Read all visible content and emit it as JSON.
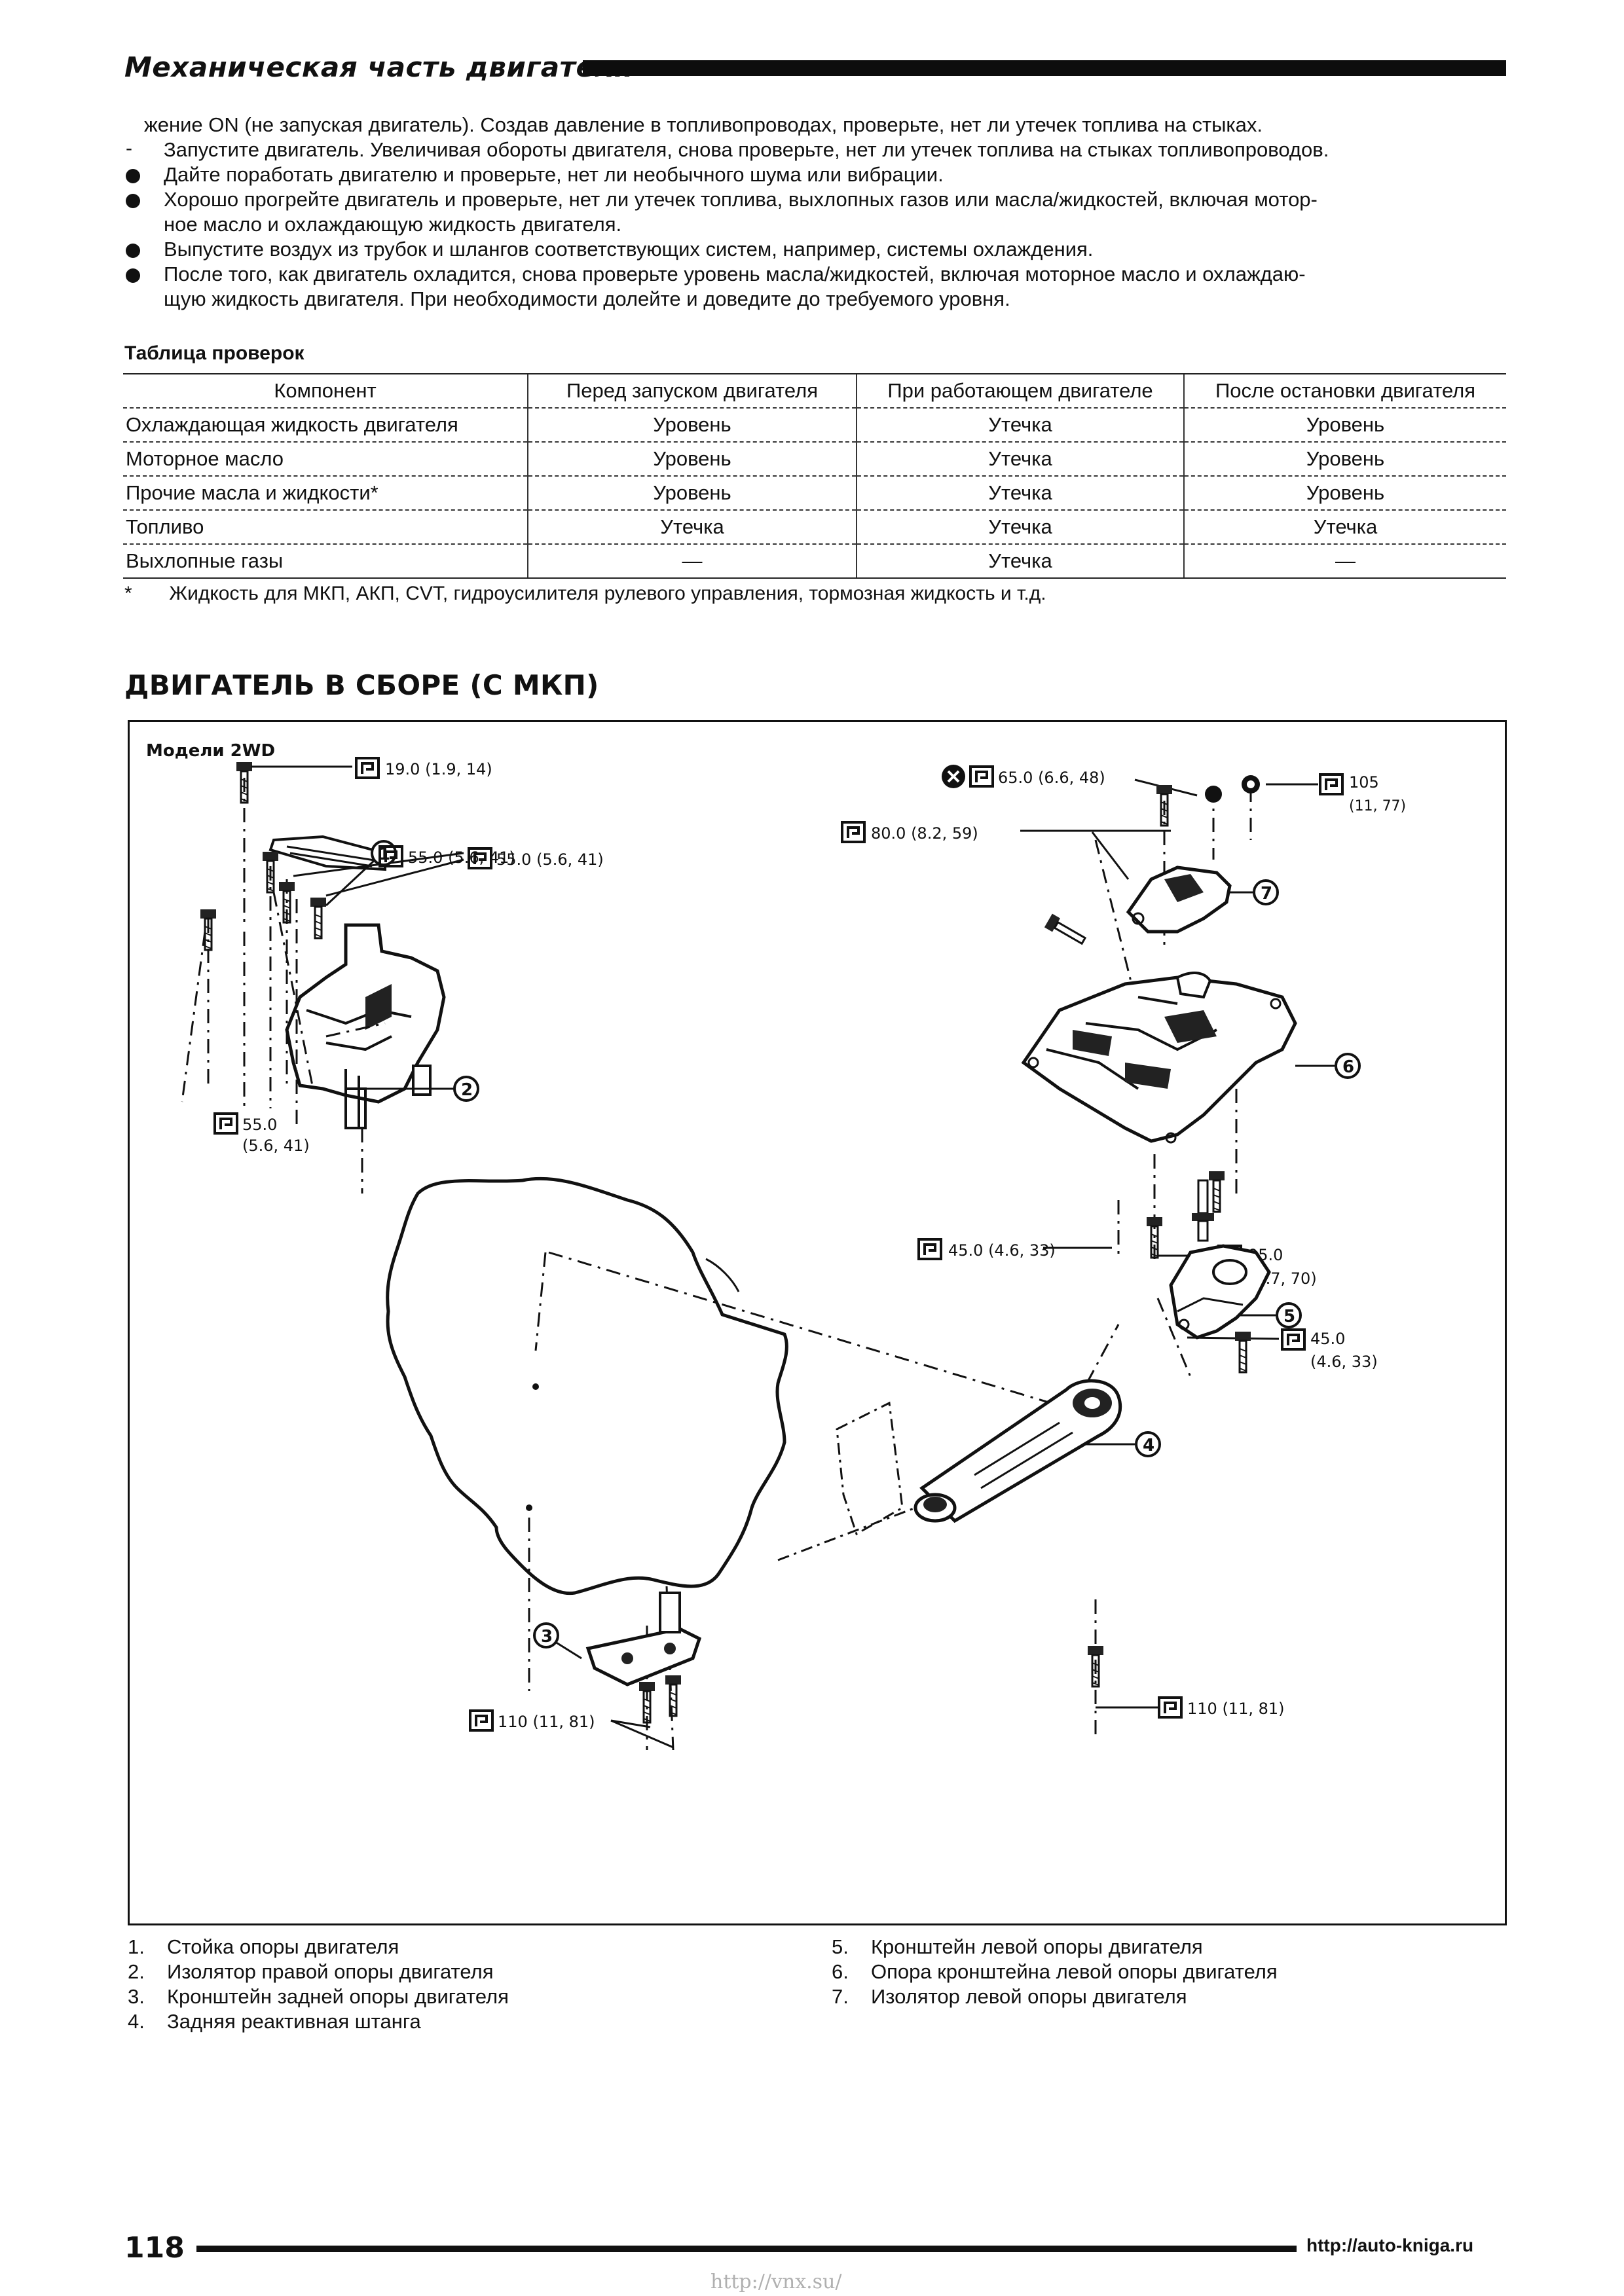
{
  "header": {
    "title": "Механическая часть двигателя"
  },
  "intro_lines": [
    "жение ON (не запуская двигатель). Создав давление в топливопроводах, проверьте, нет ли утечек топлива на стыках.",
    "Запустите двигатель. Увеличивая обороты двигателя, снова проверьте, нет ли утечек топлива на стыках топливопроводов.",
    "Дайте поработать двигателю и проверьте, нет ли необычного шума или вибрации.",
    "Хорошо прогрейте двигатель и проверьте, нет ли утечек топлива, выхлопных газов или масла/жидкостей, включая мотор-",
    "ное масло и охлаждающую жидкость двигателя.",
    "Выпустите воздух из трубок и шлангов соответствующих систем, например, системы охлаждения.",
    "После того, как двигатель охладится, снова проверьте уровень масла/жидкостей, включая моторное масло и охлаждаю-",
    "щую жидкость двигателя. При необходимости долейте и доведите до требуемого уровня."
  ],
  "table": {
    "caption": "Таблица проверок",
    "headers": [
      "Компонент",
      "Перед запуском двигателя",
      "При работающем двигателе",
      "После остановки двигателя"
    ],
    "rows": [
      [
        "Охлаждающая жидкость двигателя",
        "Уровень",
        "Утечка",
        "Уровень"
      ],
      [
        "Моторное масло",
        "Уровень",
        "Утечка",
        "Уровень"
      ],
      [
        "Прочие масла и жидкости*",
        "Уровень",
        "Утечка",
        "Уровень"
      ],
      [
        "Топливо",
        "Утечка",
        "Утечка",
        "Утечка"
      ],
      [
        "Выхлопные газы",
        "—",
        "Утечка",
        "—"
      ]
    ],
    "footnote_mark": "*",
    "footnote": "Жидкость для МКП, АКП, CVT, гидроусилителя рулевого управления, тормозная жидкость и т.д."
  },
  "section_title": "ДВИГАТЕЛЬ В СБОРЕ (С МКП)",
  "figure": {
    "subtitle": "Модели 2WD",
    "torques": [
      "19.0 (1.9, 14)",
      "55.0 (5.6, 41)",
      "55.0 (5.6, 41)",
      "55.0",
      "(5.6, 41)",
      "65.0 (6.6, 48)",
      "80.0 (8.2, 59)",
      "105",
      "(11, 77)",
      "45.0 (4.6, 33)",
      "95.0",
      "(9.7, 70)",
      "45.0",
      "(4.6, 33)",
      "110 (11, 81)",
      "110 (11, 81)"
    ],
    "callouts": [
      "1",
      "2",
      "3",
      "4",
      "5",
      "6",
      "7"
    ]
  },
  "legend": [
    {
      "num": "1.",
      "text": "Стойка опоры двигателя"
    },
    {
      "num": "2.",
      "text": "Изолятор правой опоры двигателя"
    },
    {
      "num": "3.",
      "text": "Кронштейн задней опоры двигателя"
    },
    {
      "num": "4.",
      "text": "Задняя реактивная штанга"
    },
    {
      "num": "5.",
      "text": "Кронштейн левой опоры двигателя"
    },
    {
      "num": "6.",
      "text": "Опора кронштейна левой опоры двигателя"
    },
    {
      "num": "7.",
      "text": "Изолятор левой опоры двигателя"
    }
  ],
  "footer": {
    "page_number": "118",
    "url": "http://auto-kniga.ru",
    "watermark": "http://vnx.su/"
  }
}
